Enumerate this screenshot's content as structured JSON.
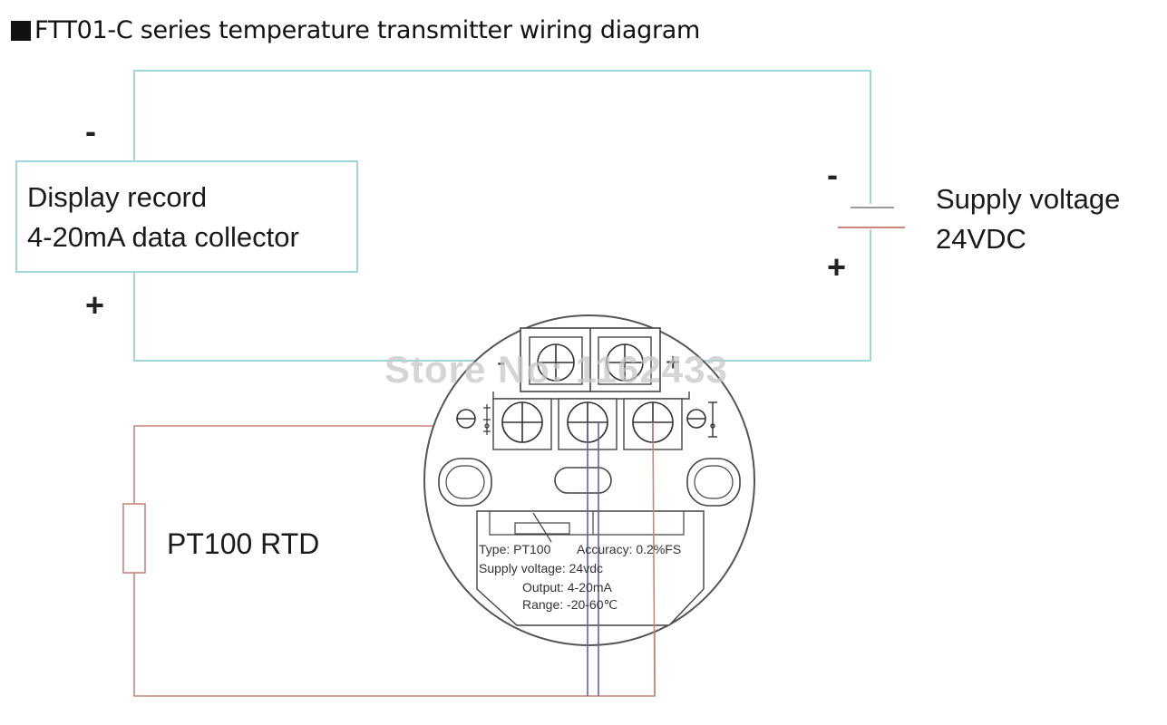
{
  "title": "FTT01-C series temperature transmitter wiring diagram",
  "display_box": {
    "line1": "Display record",
    "line2": "4-20mA data collector",
    "minus": "-",
    "plus": "+"
  },
  "supply": {
    "line1": "Supply voltage",
    "line2": "24VDC",
    "minus": "-",
    "plus": "+"
  },
  "sensor": {
    "label": "PT100 RTD"
  },
  "transmitter": {
    "top_minus": "-",
    "top_plus": "+",
    "spec_type": "Type: PT100",
    "spec_accuracy": "Accuracy: 0.2%FS",
    "spec_supply": "Supply voltage: 24vdc",
    "spec_output": "Output: 4-20mA",
    "spec_range": "Range: -20-60℃"
  },
  "watermark": "Store No: 1162433",
  "colors": {
    "loop_wire": "#9ed8de",
    "rtd_wire": "#c9867a",
    "blue_wire": "#5a64b4",
    "battery_long": "#9a9a9a",
    "battery_short": "#c9867a"
  }
}
